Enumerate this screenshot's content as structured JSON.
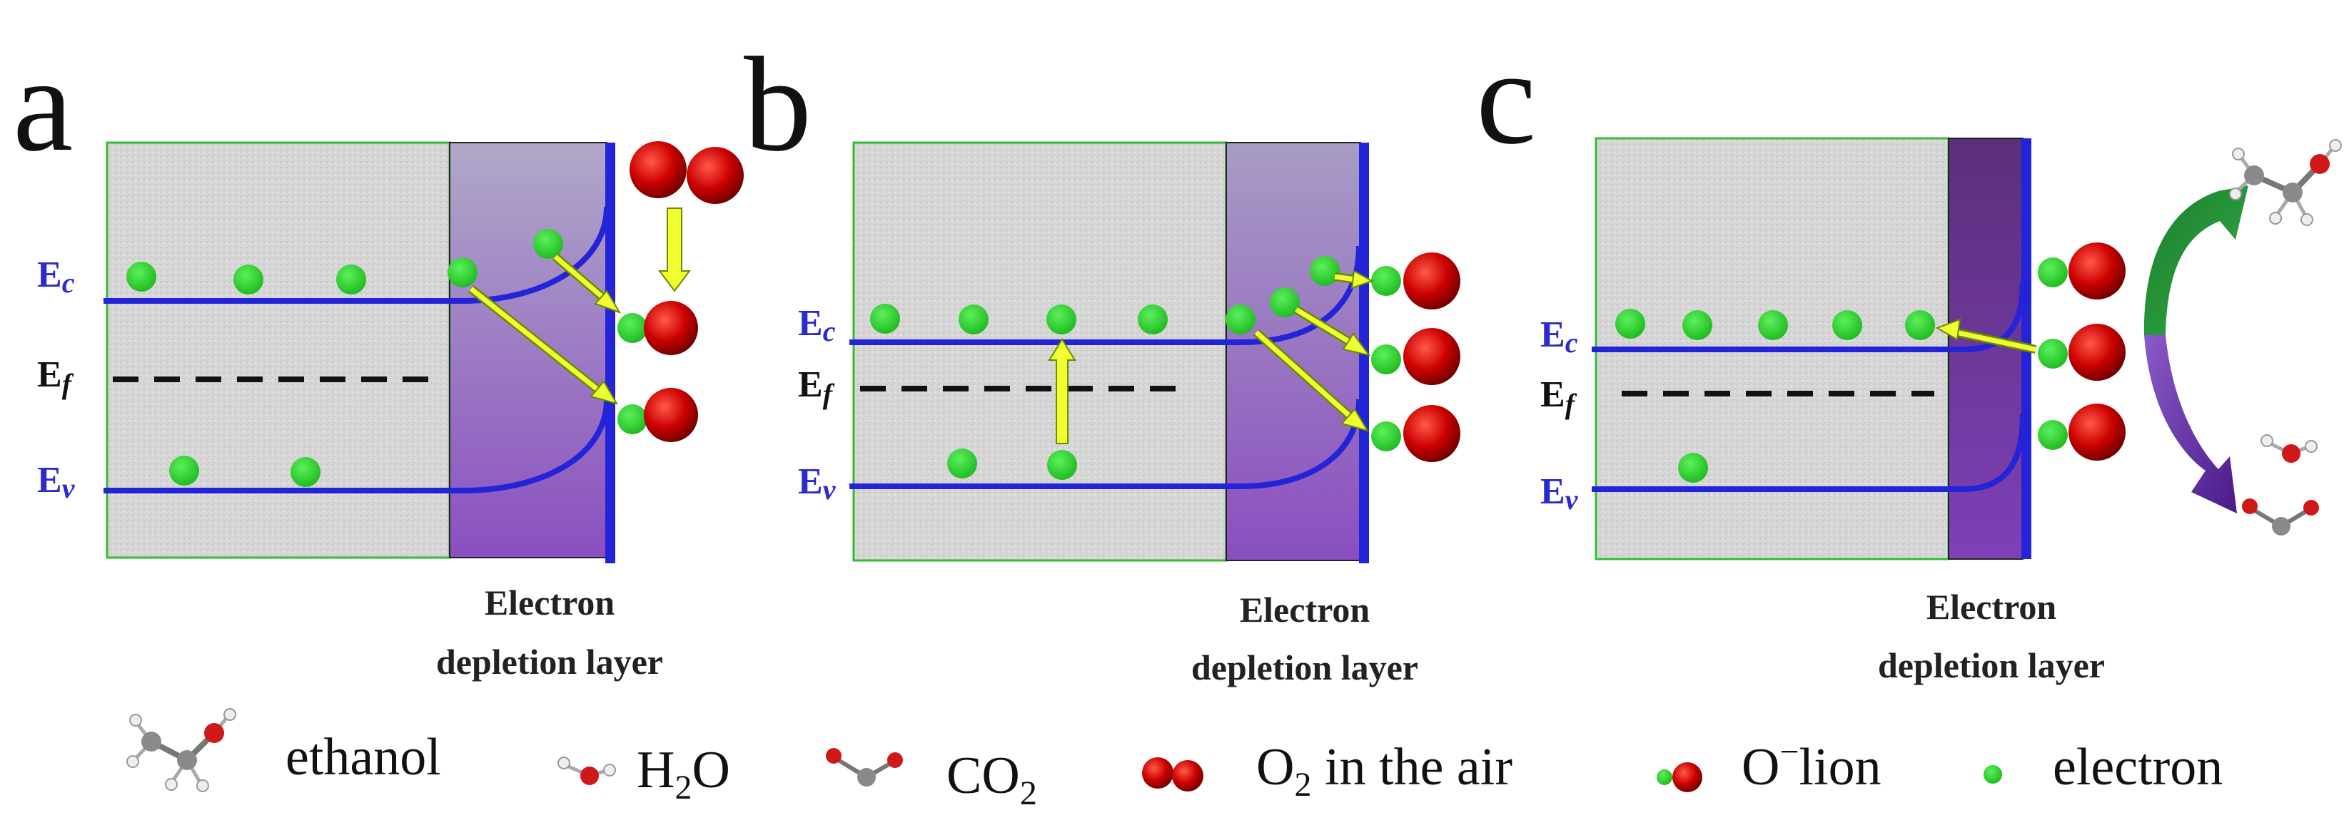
{
  "panels": [
    {
      "letter": "a",
      "bands": {
        "Ec": {
          "main": "E",
          "sub": "c"
        },
        "Ef": {
          "main": "E",
          "sub": "f"
        },
        "Ev": {
          "main": "E",
          "sub": "v"
        }
      },
      "caption": [
        "Electron",
        "depletion layer"
      ]
    },
    {
      "letter": "b",
      "bands": {
        "Ec": {
          "main": "E",
          "sub": "c"
        },
        "Ef": {
          "main": "E",
          "sub": "f"
        },
        "Ev": {
          "main": "E",
          "sub": "v"
        }
      },
      "caption": [
        "Electron",
        "depletion layer"
      ]
    },
    {
      "letter": "c",
      "bands": {
        "Ec": {
          "main": "E",
          "sub": "c"
        },
        "Ef": {
          "main": "E",
          "sub": "f"
        },
        "Ev": {
          "main": "E",
          "sub": "v"
        }
      },
      "caption": [
        "Electron",
        "depletion layer"
      ]
    }
  ],
  "legend": {
    "ethanol": "ethanol",
    "h2o": {
      "a": "H",
      "sub": "2",
      "b": "O"
    },
    "co2": {
      "a": "CO",
      "sub": "2"
    },
    "o2": {
      "a": "O",
      "sub": "2",
      "b": " in the air"
    },
    "oion": {
      "a": "O",
      "sup": "−",
      "b": "lion"
    },
    "electron": "electron"
  },
  "colors": {
    "band_line": "#2323d8",
    "band_label": "#2a2ad0",
    "electron": "#22cc22",
    "oxygen": "#cc0000",
    "arrow_fill": "#f0ff30",
    "arrow_stroke": "#6a8a00",
    "depletion_light": "#a796c8",
    "depletion_dark": "#7a3fb0",
    "panel_fill": "#d8d8d8",
    "panel_border": "#33bb33",
    "green_arrow": "#1f9b2f",
    "purple_arrow": "#6b2fa8"
  }
}
